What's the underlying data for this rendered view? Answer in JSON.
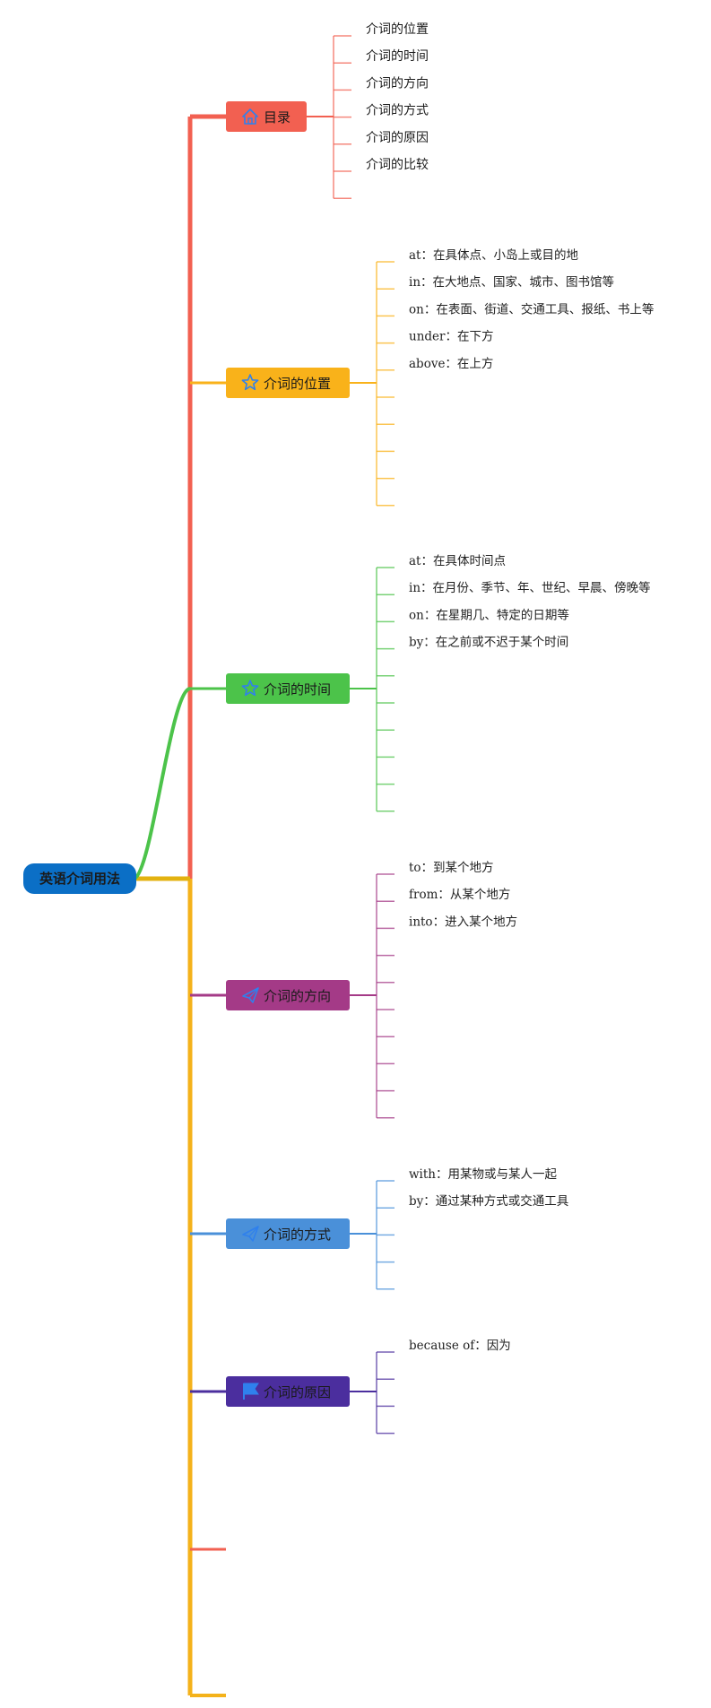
{
  "root": {
    "label": "英语介词用法",
    "color": "#0B6FC6"
  },
  "branches": [
    {
      "label": "目录",
      "icon": "home-icon",
      "color": "#F26051",
      "items": [
        "介词的位置",
        "介词的时间",
        "介词的方向",
        "介词的方式",
        "介词的原因",
        "介词的比较",
        ""
      ]
    },
    {
      "label": "介词的位置",
      "icon": "star-icon",
      "color": "#F9B21A",
      "items": [
        "at：在具体点、小岛上或目的地",
        "in：在大地点、国家、城市、图书馆等",
        "on：在表面、街道、交通工具、报纸、书上等",
        "under：在下方",
        "above：在上方",
        "",
        "",
        "",
        "",
        ""
      ]
    },
    {
      "label": "介词的时间",
      "icon": "star-icon",
      "color": "#4CC34A",
      "items": [
        "at：在具体时间点",
        "in：在月份、季节、年、世纪、早晨、傍晚等",
        "on：在星期几、特定的日期等",
        "by：在之前或不迟于某个时间",
        "",
        "",
        "",
        "",
        "",
        ""
      ]
    },
    {
      "label": "介词的方向",
      "icon": "send-icon",
      "color": "#A43A87",
      "items": [
        "to：到某个地方",
        "from：从某个地方",
        "into：进入某个地方",
        "",
        "",
        "",
        "",
        "",
        "",
        ""
      ]
    },
    {
      "label": "介词的方式",
      "icon": "send-icon",
      "color": "#4A90D9",
      "items": [
        "with：用某物或与某人一起",
        "by：通过某种方式或交通工具",
        "",
        "",
        ""
      ]
    },
    {
      "label": "介词的原因",
      "icon": "flag-icon",
      "color": "#4B2E9E",
      "items": [
        "because of：因为",
        "",
        "",
        ""
      ]
    }
  ],
  "trunk_colors": {
    "upper": "#F26051",
    "lower": "#F4B21B"
  },
  "icon_color": "#2F80ED",
  "extra_stub_color": "#F26051"
}
